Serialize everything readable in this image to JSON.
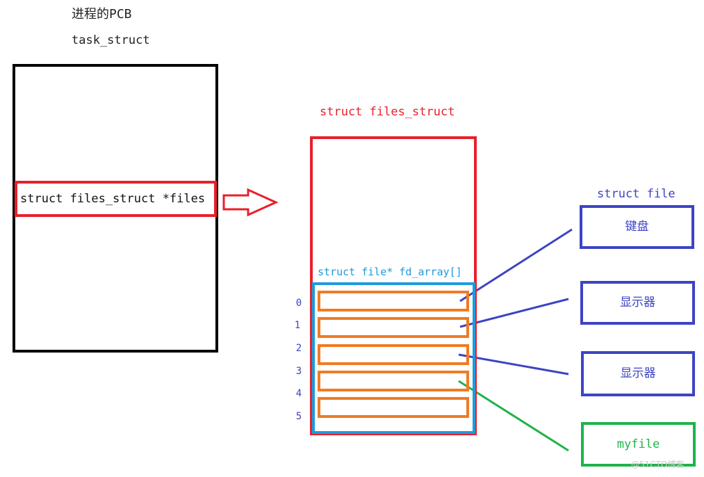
{
  "pcb": {
    "title": "进程的PCB",
    "subtitle": "task_struct",
    "field": "struct files_struct *files"
  },
  "files_struct": {
    "title": "struct files_struct",
    "array_label": "struct file* fd_array[]",
    "indices": [
      "0",
      "1",
      "2",
      "3",
      "4",
      "5"
    ]
  },
  "file_objects": {
    "title": "struct file",
    "items": [
      "键盘",
      "显示器",
      "显示器",
      "myfile"
    ]
  },
  "watermark": "@51CTO博客",
  "colors": {
    "pcb_border": "#000000",
    "files_struct_border": "#e8202a",
    "fd_array_border": "#1e9bdc",
    "slot_border": "#f07b25",
    "device_border": "#3d44c4",
    "myfile_border": "#1fb34a"
  }
}
